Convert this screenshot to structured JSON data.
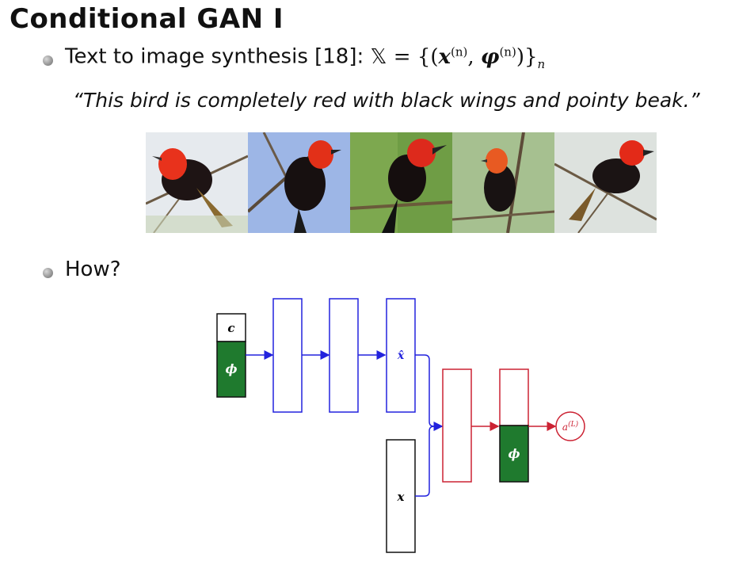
{
  "slide": {
    "title": "Conditional GAN I",
    "bullet1": {
      "text": "Text to image synthesis [18]:",
      "math_set": "𝕏",
      "math_eq": "=",
      "math_open": "{(",
      "math_x": "x",
      "math_x_sup": "(n)",
      "math_comma": ", ",
      "math_phi": "φ",
      "math_phi_sup": "(n)",
      "math_close": ")}",
      "math_sub": "n"
    },
    "quote": "“This bird is completely red with black wings and pointy beak.”",
    "bullet2": {
      "text": "How?"
    }
  },
  "figure": {
    "images": [
      {
        "bg": "#e9ecef",
        "alt": "red-black bird on branch"
      },
      {
        "bg": "#9fb8e8",
        "alt": "red-black bird on branch, blue sky"
      },
      {
        "bg": "#6d9a45",
        "alt": "red-black bird on branch, green background"
      },
      {
        "bg": "#a9c295",
        "alt": "red-black bird perched"
      },
      {
        "bg": "#dfe3e0",
        "alt": "red-black bird on branches"
      }
    ],
    "labels": {
      "c": "c",
      "phi_in": "ϕ",
      "x_hat": "x̂",
      "x": "x",
      "phi_out": "ϕ",
      "output": "a",
      "output_sup": "(L)"
    },
    "colors": {
      "generator": "#2222dd",
      "discriminator": "#cc2233",
      "embedding_fill": "#1f7a2e",
      "input": "#111111"
    }
  }
}
